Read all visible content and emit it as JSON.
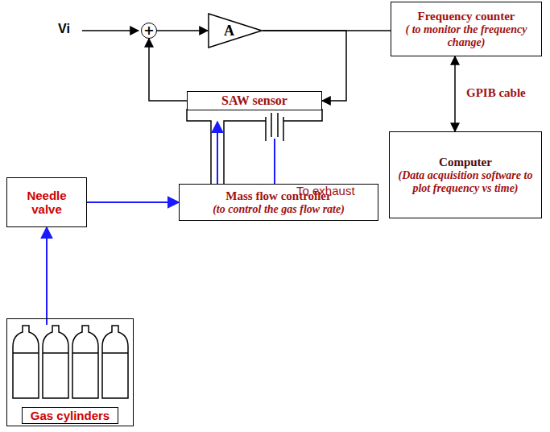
{
  "diagram": {
    "nodes": [
      {
        "text": [
          "+"
        ]
      },
      {
        "text": [
          "A"
        ]
      },
      {
        "text": [
          "Frequency counter",
          "( to monitor the frequency change)"
        ]
      },
      {
        "text": [
          "SAW sensor"
        ]
      },
      {
        "text": [
          "Computer",
          "(Data acquisition software to plot frequency vs time)"
        ]
      },
      {
        "text": [
          "Needle valve"
        ]
      },
      {
        "text": [
          "Mass flow controller",
          "(to control the gas flow rate)"
        ]
      },
      {
        "text": [
          "Gas cylinders"
        ]
      }
    ],
    "edges": [
      {
        "from": 0,
        "to": 1,
        "arrow": "to"
      },
      {
        "from": 1,
        "to": 2,
        "arrow": "none"
      },
      {
        "from": 1,
        "to": 3,
        "arrow": "to"
      },
      {
        "from": 3,
        "to": 0,
        "arrow": "to"
      },
      {
        "from": 2,
        "to": 4,
        "label": "GPIB cable",
        "arrow": "both"
      },
      {
        "from": 7,
        "to": 5,
        "arrow": "to"
      },
      {
        "from": 5,
        "to": 6,
        "arrow": "to"
      },
      {
        "from": 6,
        "to": 3,
        "arrow": "to"
      }
    ],
    "labels": [
      "Vi",
      "To exhaust"
    ]
  }
}
